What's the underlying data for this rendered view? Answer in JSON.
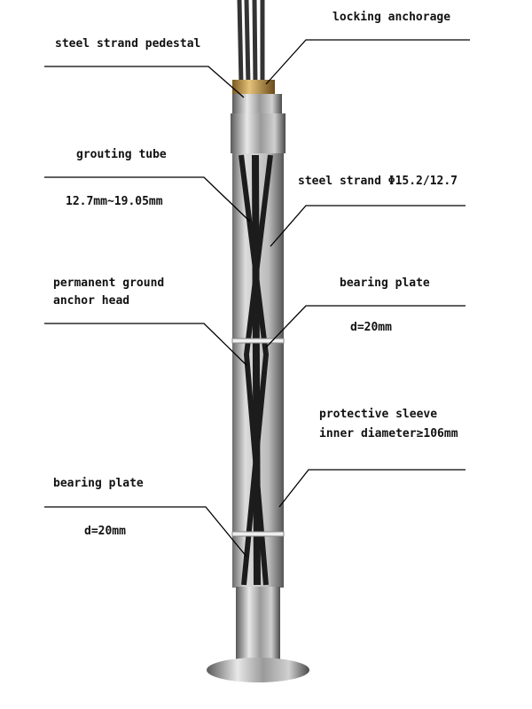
{
  "labels": {
    "locking_anchorage": "locking anchorage",
    "steel_strand_pedestal": "steel strand pedestal",
    "grouting_tube": "grouting tube",
    "grouting_tube_size": "12.7mm~19.05mm",
    "steel_strand": "steel strand  Φ15.2/12.7",
    "anchor_head_line1": "permanent ground",
    "anchor_head_line2": "anchor head",
    "bearing_plate_upper": "bearing plate",
    "bearing_plate_upper_d": "d=20mm",
    "sleeve_line1": "protective sleeve",
    "sleeve_line2": "inner diameter≥106mm",
    "bearing_plate_lower": "bearing plate",
    "bearing_plate_lower_d": "d=20mm"
  }
}
